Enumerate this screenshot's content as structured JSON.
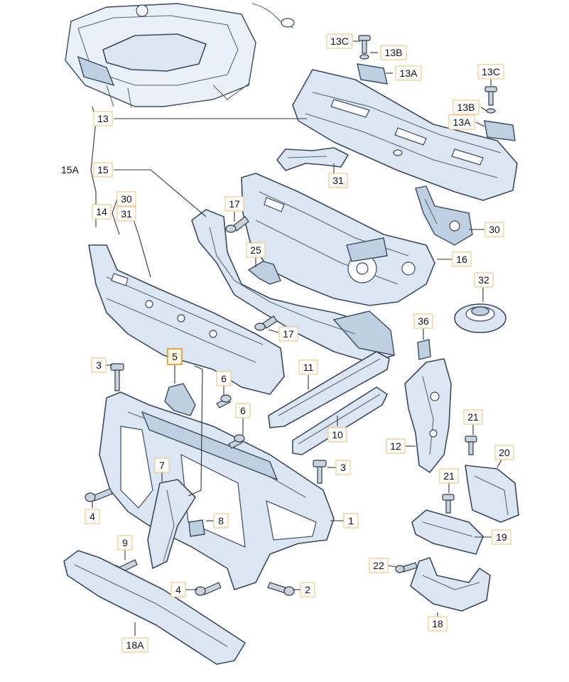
{
  "callouts": [
    {
      "id": "c-13c-top",
      "label": "13C"
    },
    {
      "id": "c-13b-top",
      "label": "13B"
    },
    {
      "id": "c-13a-top",
      "label": "13A"
    },
    {
      "id": "c-13c-right",
      "label": "13C"
    },
    {
      "id": "c-13b-right",
      "label": "13B"
    },
    {
      "id": "c-13a-right",
      "label": "13A"
    },
    {
      "id": "c-13",
      "label": "13"
    },
    {
      "id": "c-15",
      "label": "15"
    },
    {
      "id": "c-31-top",
      "label": "31"
    },
    {
      "id": "c-30-left",
      "label": "30"
    },
    {
      "id": "c-31-left",
      "label": "31"
    },
    {
      "id": "c-14",
      "label": "14"
    },
    {
      "id": "c-17-top",
      "label": "17"
    },
    {
      "id": "c-25",
      "label": "25"
    },
    {
      "id": "c-30-right",
      "label": "30"
    },
    {
      "id": "c-16",
      "label": "16"
    },
    {
      "id": "c-32",
      "label": "32"
    },
    {
      "id": "c-17-bottom",
      "label": "17"
    },
    {
      "id": "c-36",
      "label": "36"
    },
    {
      "id": "c-3-top",
      "label": "3"
    },
    {
      "id": "c-5",
      "label": "5",
      "highlight": true
    },
    {
      "id": "c-11",
      "label": "11"
    },
    {
      "id": "c-6-a",
      "label": "6"
    },
    {
      "id": "c-6-b",
      "label": "6"
    },
    {
      "id": "c-10",
      "label": "10"
    },
    {
      "id": "c-12",
      "label": "12"
    },
    {
      "id": "c-21-a",
      "label": "21"
    },
    {
      "id": "c-20",
      "label": "20"
    },
    {
      "id": "c-7",
      "label": "7"
    },
    {
      "id": "c-3-mid",
      "label": "3"
    },
    {
      "id": "c-21-b",
      "label": "21"
    },
    {
      "id": "c-4-a",
      "label": "4"
    },
    {
      "id": "c-1",
      "label": "1"
    },
    {
      "id": "c-8",
      "label": "8"
    },
    {
      "id": "c-19",
      "label": "19"
    },
    {
      "id": "c-9",
      "label": "9"
    },
    {
      "id": "c-22",
      "label": "22"
    },
    {
      "id": "c-4-b",
      "label": "4"
    },
    {
      "id": "c-2",
      "label": "2"
    },
    {
      "id": "c-18",
      "label": "18"
    },
    {
      "id": "c-18a",
      "label": "18A"
    }
  ],
  "plain_labels": {
    "label_15a": "15A"
  }
}
